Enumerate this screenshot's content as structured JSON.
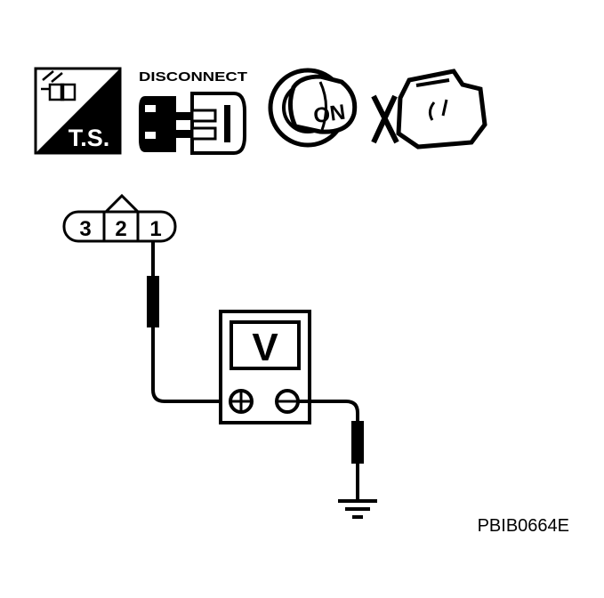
{
  "icons": {
    "test_station": {
      "label": "T.S.",
      "icon": "ts-icon"
    },
    "disconnect": {
      "label": "DISCONNECT",
      "icon": "connector-disconnect-icon"
    },
    "ignition": {
      "label": "ON",
      "icon": "ignition-key-on-icon"
    },
    "engine": {
      "icon": "engine-off-icon"
    }
  },
  "connector": {
    "pins": [
      "3",
      "2",
      "1"
    ],
    "icon": "connector-icon"
  },
  "voltmeter": {
    "symbol": "V",
    "positive_terminal": "plus-terminal-icon",
    "negative_terminal": "minus-terminal-icon"
  },
  "ground": {
    "icon": "ground-icon"
  },
  "figure_code": "PBIB0664E",
  "colors": {
    "ink": "#000000",
    "paper": "#ffffff"
  }
}
